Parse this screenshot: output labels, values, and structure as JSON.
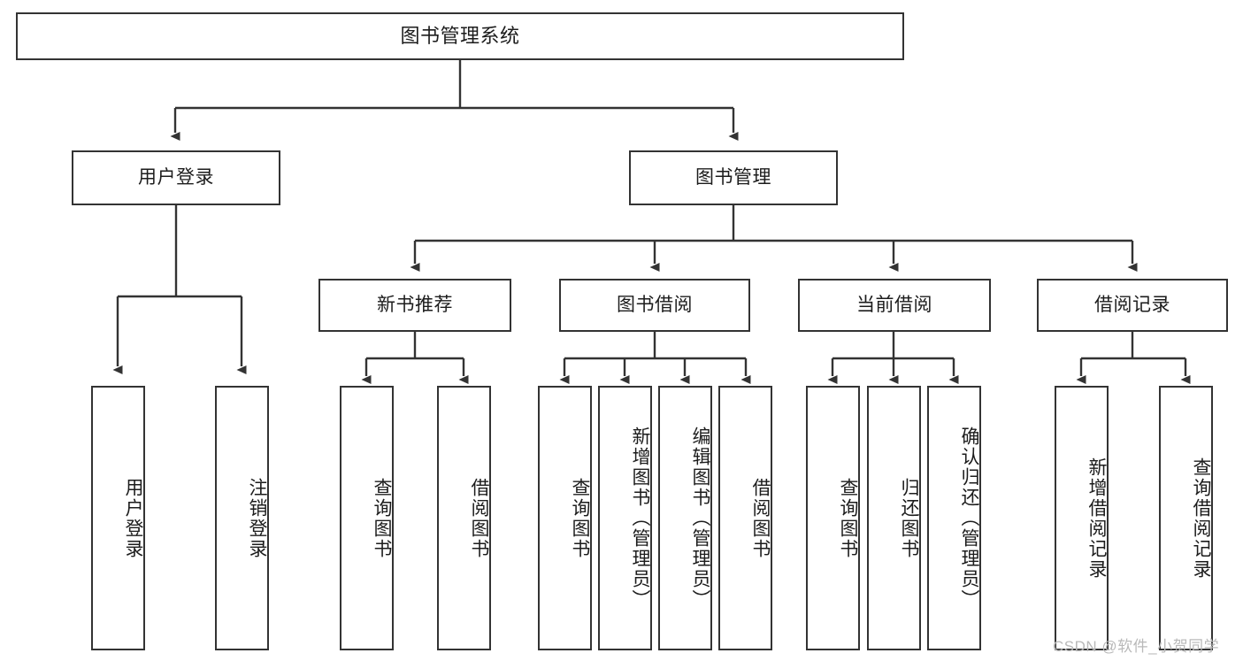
{
  "diagram": {
    "title": "图书管理系统",
    "type": "tree-hierarchy",
    "orientation": "top-down",
    "line_color": "#333333",
    "box_fill": "#ffffff",
    "text_color": "#1c1c1c"
  },
  "nodes": {
    "root": {
      "label": "图书管理系统"
    },
    "level2": [
      {
        "label": "用户登录"
      },
      {
        "label": "图书管理"
      }
    ],
    "level3": [
      {
        "label": "新书推荐"
      },
      {
        "label": "图书借阅"
      },
      {
        "label": "当前借阅"
      },
      {
        "label": "借阅记录"
      }
    ],
    "leaves_user_login": [
      {
        "label": "用户登录"
      },
      {
        "label": "注销登录"
      }
    ],
    "leaves_new_book": [
      {
        "label": "查询图书"
      },
      {
        "label": "借阅图书"
      }
    ],
    "leaves_borrow": [
      {
        "label": "查询图书"
      },
      {
        "label": "新增图书（管理员）"
      },
      {
        "label": "编辑图书（管理员）"
      },
      {
        "label": "借阅图书"
      }
    ],
    "leaves_current": [
      {
        "label": "查询图书"
      },
      {
        "label": "归还图书"
      },
      {
        "label": "确认归还（管理员）"
      }
    ],
    "leaves_records": [
      {
        "label": "新增借阅记录"
      },
      {
        "label": "查询借阅记录"
      }
    ]
  },
  "watermark": {
    "text": "CSDN @软件_小贺同学"
  }
}
